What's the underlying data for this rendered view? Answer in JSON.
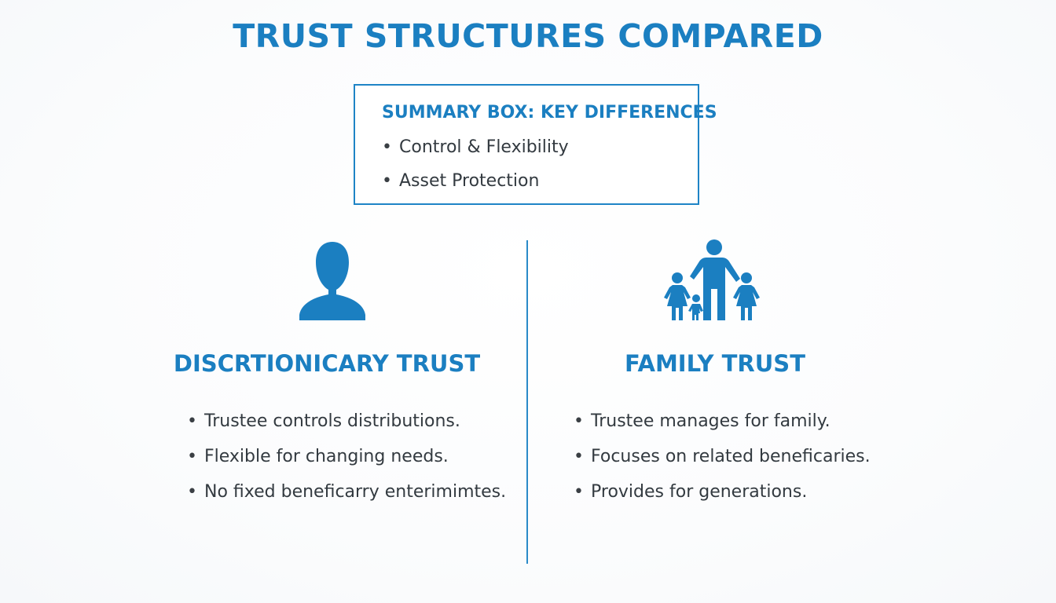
{
  "title": "TRUST STRUCTURES COMPARED",
  "summary": {
    "heading": "SUMMARY BOX: KEY DIFFERENCES",
    "items": [
      "Control & Flexibility",
      "Asset Protection"
    ]
  },
  "left": {
    "icon": "person-icon",
    "heading": "DISCRTIONICARY TRUST",
    "items": [
      "Trustee controls distributions.",
      "Flexible for changing needs.",
      "No fixed beneficarry enterimimtes."
    ]
  },
  "right": {
    "icon": "family-icon",
    "heading": "FAMILY TRUST",
    "items": [
      "Trustee manages for family.",
      "Focuses on related beneficaries.",
      "Provides for generations."
    ]
  },
  "colors": {
    "accent": "#1b7fc1",
    "text": "#333a40",
    "divider": "#2a8ac8"
  }
}
